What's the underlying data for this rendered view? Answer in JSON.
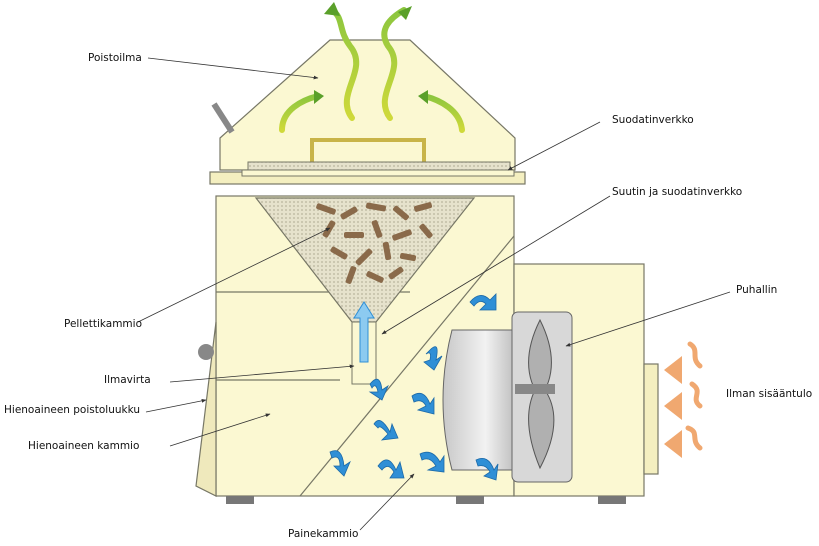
{
  "labels": {
    "poistoilma": "Poistoilma",
    "suodatinverkko": "Suodatinverkko",
    "suutin": "Suutin ja suodatinverkko",
    "puhallin": "Puhallin",
    "pellettikammio": "Pellettikammio",
    "ilmavirta": "Ilmavirta",
    "poistoluukku": "Hienoaineen poistoluukku",
    "kammio": "Hienoaineen kammio",
    "ilman_sisaantulo": "Ilman sisääntulo",
    "painekammio": "Painekammio"
  },
  "colors": {
    "body": "#fbf8d2",
    "outline": "#777766",
    "pellet": "#8a6a4a",
    "mesh": "#dcd8c0",
    "air_blue": "#2f8fd6",
    "exhaust_green": "#5aa02a",
    "intake_orange": "#f0a870",
    "fan_gray": "#9a9a9a"
  }
}
